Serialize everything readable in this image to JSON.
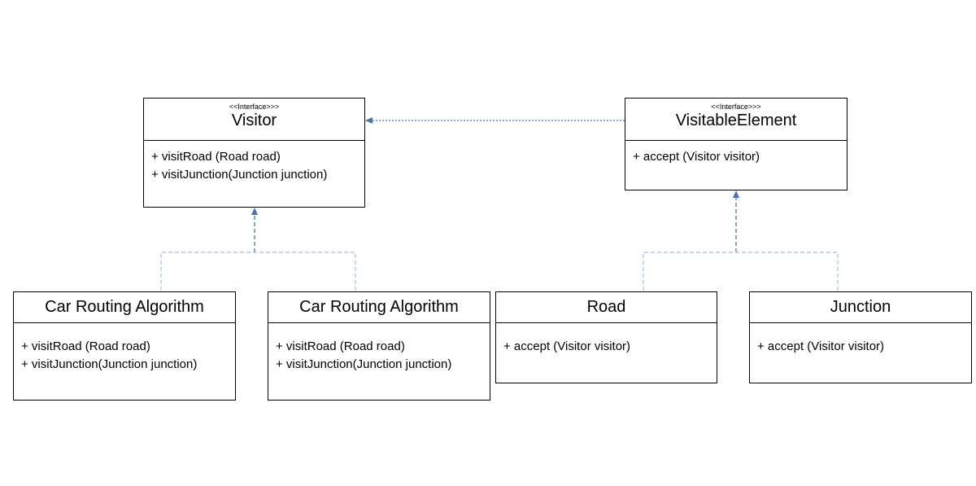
{
  "colors": {
    "line": "#4472c4",
    "line_light": "#a9c0e4",
    "border": "#000000",
    "background": "#ffffff"
  },
  "visitor": {
    "stereotype": "<<Interface>>>",
    "name": "Visitor",
    "methods": [
      "+ visitRoad (Road road)",
      "+ visitJunction(Junction junction)"
    ]
  },
  "visitable_element": {
    "stereotype": "<<Interface>>>",
    "name": "VisitableElement",
    "methods": [
      "+ accept (Visitor visitor)"
    ]
  },
  "car_routing_1": {
    "name": "Car Routing Algorithm",
    "methods": [
      "+ visitRoad (Road road)",
      "+ visitJunction(Junction junction)"
    ]
  },
  "car_routing_2": {
    "name": "Car Routing Algorithm",
    "methods": [
      "+ visitRoad (Road road)",
      "+ visitJunction(Junction junction)"
    ]
  },
  "road": {
    "name": "Road",
    "methods": [
      "+ accept (Visitor visitor)"
    ]
  },
  "junction": {
    "name": "Junction",
    "methods": [
      "+ accept (Visitor visitor)"
    ]
  }
}
